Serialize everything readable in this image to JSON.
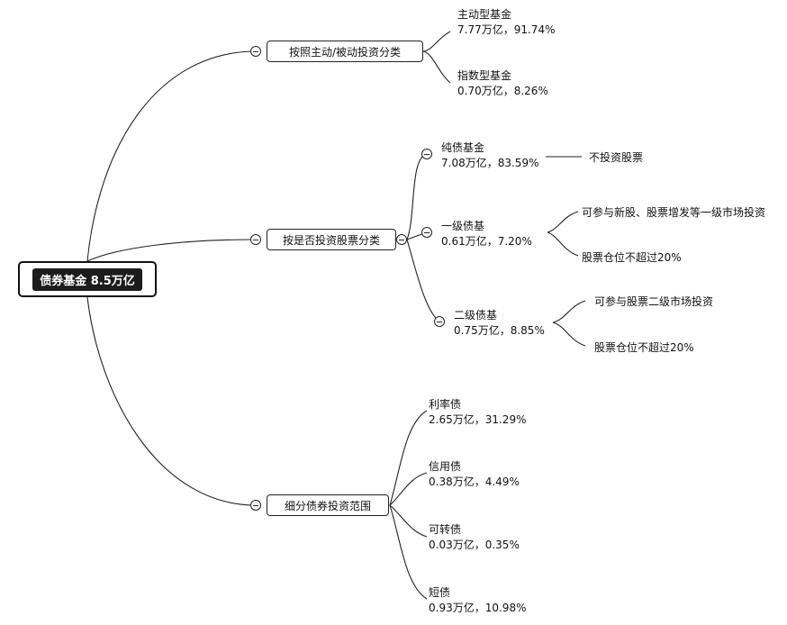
{
  "root": {
    "label": "债券基金 8.5万亿"
  },
  "branches": [
    {
      "label": "按照主动/被动投资分类",
      "children": [
        {
          "name": "主动型基金",
          "value": "7.77万亿，91.74%"
        },
        {
          "name": "指数型基金",
          "value": "0.70万亿，8.26%"
        }
      ]
    },
    {
      "label": "按是否投资股票分类",
      "children": [
        {
          "name": "纯债基金",
          "value": "7.08万亿，83.59%",
          "notes": [
            "不投资股票"
          ]
        },
        {
          "name": "一级债基",
          "value": "0.61万亿，7.20%",
          "notes": [
            "可参与新股、股票增发等一级市场投资",
            "股票仓位不超过20%"
          ]
        },
        {
          "name": "二级债基",
          "value": "0.75万亿，8.85%",
          "notes": [
            "可参与股票二级市场投资",
            "股票仓位不超过20%"
          ]
        }
      ]
    },
    {
      "label": "细分债券投资范围",
      "children": [
        {
          "name": "利率债",
          "value": "2.65万亿，31.29%"
        },
        {
          "name": "信用债",
          "value": "0.38万亿，4.49%"
        },
        {
          "name": "可转债",
          "value": "0.03万亿，0.35%"
        },
        {
          "name": "短债",
          "value": "0.93万亿，10.98%"
        }
      ]
    }
  ]
}
